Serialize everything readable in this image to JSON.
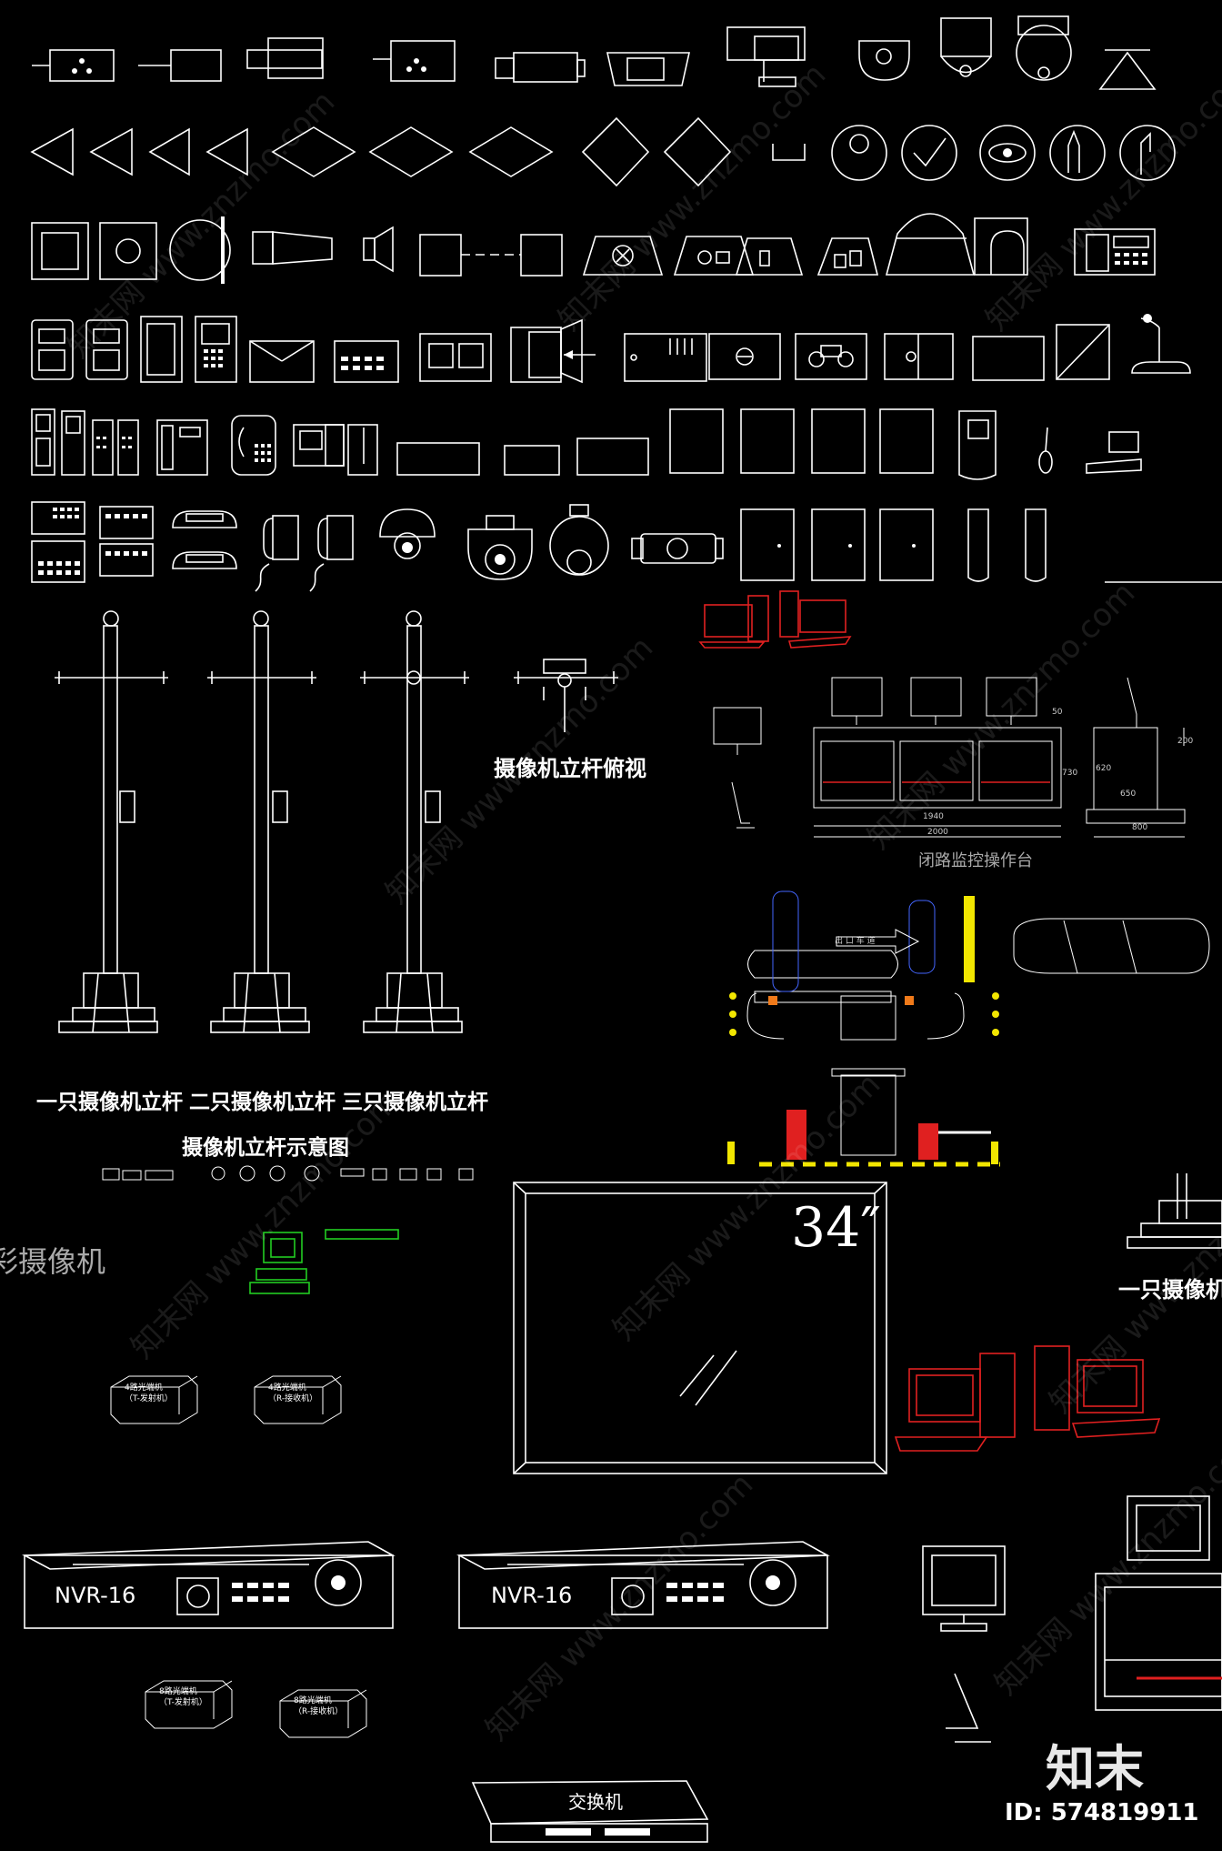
{
  "labels": {
    "pole_top_view": "摄像机立杆俯视",
    "pole_one": "一只摄像机立杆",
    "pole_two": "二只摄像机立杆",
    "pole_three": "三只摄像机立杆",
    "pole_diagram": "摄像机立杆示意图",
    "console_caption": "闭路监控操作台",
    "camera_text_partial": "彩摄像机",
    "pole_one_partial": "一只摄像机立",
    "monitor_size": "34″",
    "nvr_model": "NVR-16",
    "switch": "交换机",
    "opt_tx4": "4路光端机",
    "opt_tx4_sub": "（T-发射机）",
    "opt_rx4": "4路光端机",
    "opt_rx4_sub": "（R-接收机）",
    "opt_tx8": "8路光端机",
    "opt_tx8_sub": "（T-发射机）",
    "opt_rx8": "8路光端机",
    "opt_rx8_sub": "（R-接收机）",
    "exit_lane": "出 口 车 道",
    "dims": {
      "d1940": "1940",
      "d2000": "2000",
      "d650": "650",
      "d800": "800",
      "d200": "200",
      "d620": "620",
      "d730": "730",
      "d50": "50"
    }
  },
  "brand": {
    "logo": "知末",
    "id": "ID: 574819911"
  },
  "watermark": "知末网 www.znzmo.com",
  "colors": {
    "bg": "#000000",
    "line": "#ffffff",
    "red": "#e02020",
    "green": "#22cc22",
    "yellow": "#f2e600"
  }
}
